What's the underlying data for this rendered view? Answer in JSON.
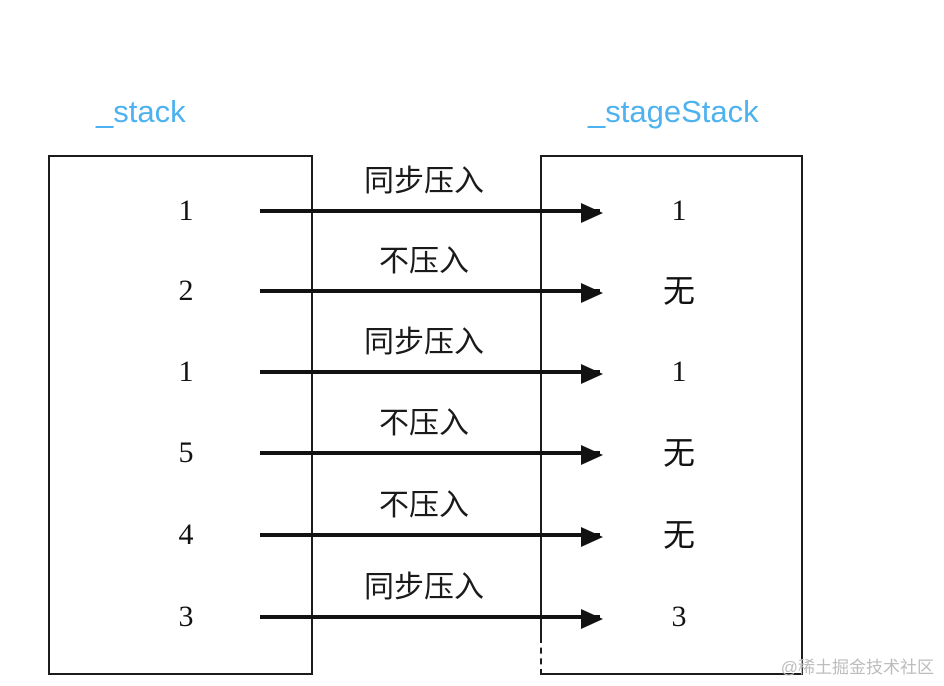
{
  "diagram": {
    "type": "stack-synchronization-diagram",
    "columns": {
      "left": {
        "title": "_stack"
      },
      "right": {
        "title": "_stageStack"
      }
    },
    "accent_color": "#4db2ef",
    "line_color": "#121212",
    "rows": [
      {
        "left_value": "1",
        "label": "同步压入",
        "right_value": "1"
      },
      {
        "left_value": "2",
        "label": "不压入",
        "right_value": "无"
      },
      {
        "left_value": "1",
        "label": "同步压入",
        "right_value": "1"
      },
      {
        "left_value": "5",
        "label": "不压入",
        "right_value": "无"
      },
      {
        "left_value": "4",
        "label": "不压入",
        "right_value": "无"
      },
      {
        "left_value": "3",
        "label": "同步压入",
        "right_value": "3"
      }
    ]
  },
  "watermark": {
    "text": "@稀土掘金技术社区"
  }
}
